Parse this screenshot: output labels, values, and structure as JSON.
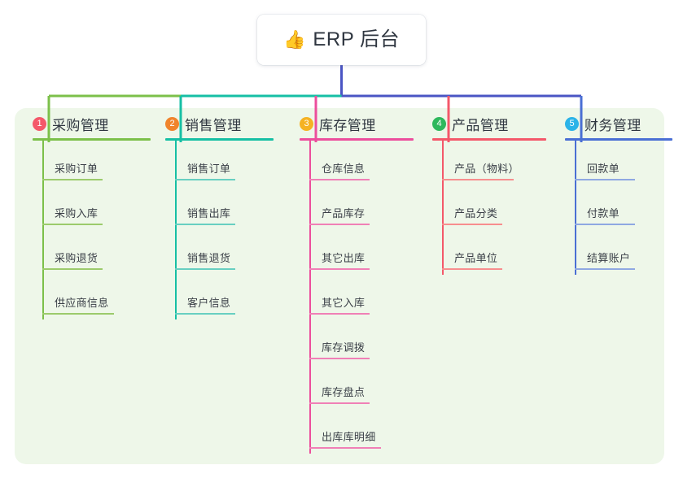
{
  "root": {
    "emoji": "👍",
    "icon_name": "thumbs-up-icon",
    "label": "ERP 后台"
  },
  "panel": {
    "background": "#eef7e9"
  },
  "connector_bus": {
    "segments": [
      {
        "name": "bus-green",
        "color": "#7cc04a"
      },
      {
        "name": "bus-teal",
        "color": "#16bfa4"
      },
      {
        "name": "bus-indigo",
        "color": "#4a55c4"
      }
    ],
    "drops": [
      {
        "name": "drop-purchase",
        "color": "#7cc04a"
      },
      {
        "name": "drop-sales",
        "color": "#16bfa4"
      },
      {
        "name": "drop-inventory",
        "color": "#ec4e9c"
      },
      {
        "name": "drop-product",
        "color": "#f4586a"
      },
      {
        "name": "drop-finance",
        "color": "#4a6fd4"
      },
      {
        "name": "drop-root",
        "color": "#4a55c4"
      }
    ]
  },
  "columns": [
    {
      "id": "purchase",
      "number": "1",
      "title": "采购管理",
      "badge_color": "#f4586a",
      "line_color": "#7cc04a",
      "leaf_color": "#9ccb6c",
      "items": [
        {
          "label": "采购订单"
        },
        {
          "label": "采购入库"
        },
        {
          "label": "采购退货"
        },
        {
          "label": "供应商信息"
        }
      ]
    },
    {
      "id": "sales",
      "number": "2",
      "title": "销售管理",
      "badge_color": "#f0842c",
      "line_color": "#16bfa4",
      "leaf_color": "#68cfc1",
      "items": [
        {
          "label": "销售订单"
        },
        {
          "label": "销售出库"
        },
        {
          "label": "销售退货"
        },
        {
          "label": "客户信息"
        }
      ]
    },
    {
      "id": "inventory",
      "number": "3",
      "title": "库存管理",
      "badge_color": "#f5b222",
      "line_color": "#ec4e9c",
      "leaf_color": "#f080b6",
      "items": [
        {
          "label": "仓库信息"
        },
        {
          "label": "产品库存"
        },
        {
          "label": "其它出库"
        },
        {
          "label": "其它入库"
        },
        {
          "label": "库存调拨"
        },
        {
          "label": "库存盘点"
        },
        {
          "label": "出库库明细"
        }
      ]
    },
    {
      "id": "product",
      "number": "4",
      "title": "产品管理",
      "badge_color": "#2eb85c",
      "line_color": "#f4586a",
      "leaf_color": "#f78e8e",
      "items": [
        {
          "label": "产品（物料）"
        },
        {
          "label": "产品分类"
        },
        {
          "label": "产品单位"
        }
      ]
    },
    {
      "id": "finance",
      "number": "5",
      "title": "财务管理",
      "badge_color": "#2bb3e8",
      "line_color": "#4a6fd4",
      "leaf_color": "#8fa8e2",
      "items": [
        {
          "label": "回款单"
        },
        {
          "label": "付款单"
        },
        {
          "label": "结算账户"
        }
      ]
    }
  ]
}
